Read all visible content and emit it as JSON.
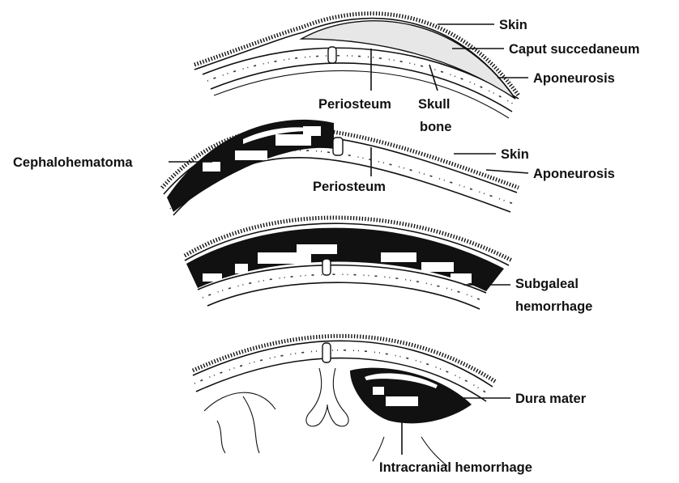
{
  "diagram": {
    "panel1": {
      "skin": "Skin",
      "caput": "Caput succedaneum",
      "aponeurosis": "Aponeurosis",
      "periosteum": "Periosteum",
      "skull_line1": "Skull",
      "skull_line2": "bone"
    },
    "panel2": {
      "cephalohematoma": "Cephalohematoma",
      "skin": "Skin",
      "aponeurosis": "Aponeurosis",
      "periosteum": "Periosteum"
    },
    "panel3": {
      "subgaleal_line1": "Subgaleal",
      "subgaleal_line2": "hemorrhage"
    },
    "panel4": {
      "dura": "Dura mater",
      "intracranial": "Intracranial hemorrhage"
    }
  }
}
